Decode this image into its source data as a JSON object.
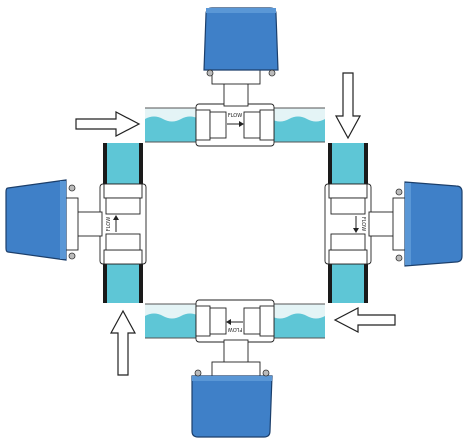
{
  "diagram": {
    "colors": {
      "housing_fill": "#3f80c8",
      "housing_top": "#5a97d6",
      "housing_stroke": "#1c3f6b",
      "water": "#5ec6d6",
      "water_dark": "#3aa9bd",
      "pipe_empty": "#e4f4f6",
      "body_fill": "#ffffff",
      "line": "#222222",
      "wall": "#1a1a1a"
    },
    "flow_label": "FLOW",
    "installations": [
      {
        "id": "top",
        "position": "horizontal pipe, sensor mounted on top",
        "flow_direction": "right",
        "fill": "partial"
      },
      {
        "id": "right",
        "position": "vertical pipe, sensor mounted on right side",
        "flow_direction": "down",
        "fill": "full"
      },
      {
        "id": "bottom",
        "position": "horizontal pipe, sensor mounted underneath",
        "flow_direction": "left",
        "fill": "partial"
      },
      {
        "id": "left",
        "position": "vertical pipe, sensor mounted on left side",
        "flow_direction": "up",
        "fill": "full"
      }
    ]
  }
}
